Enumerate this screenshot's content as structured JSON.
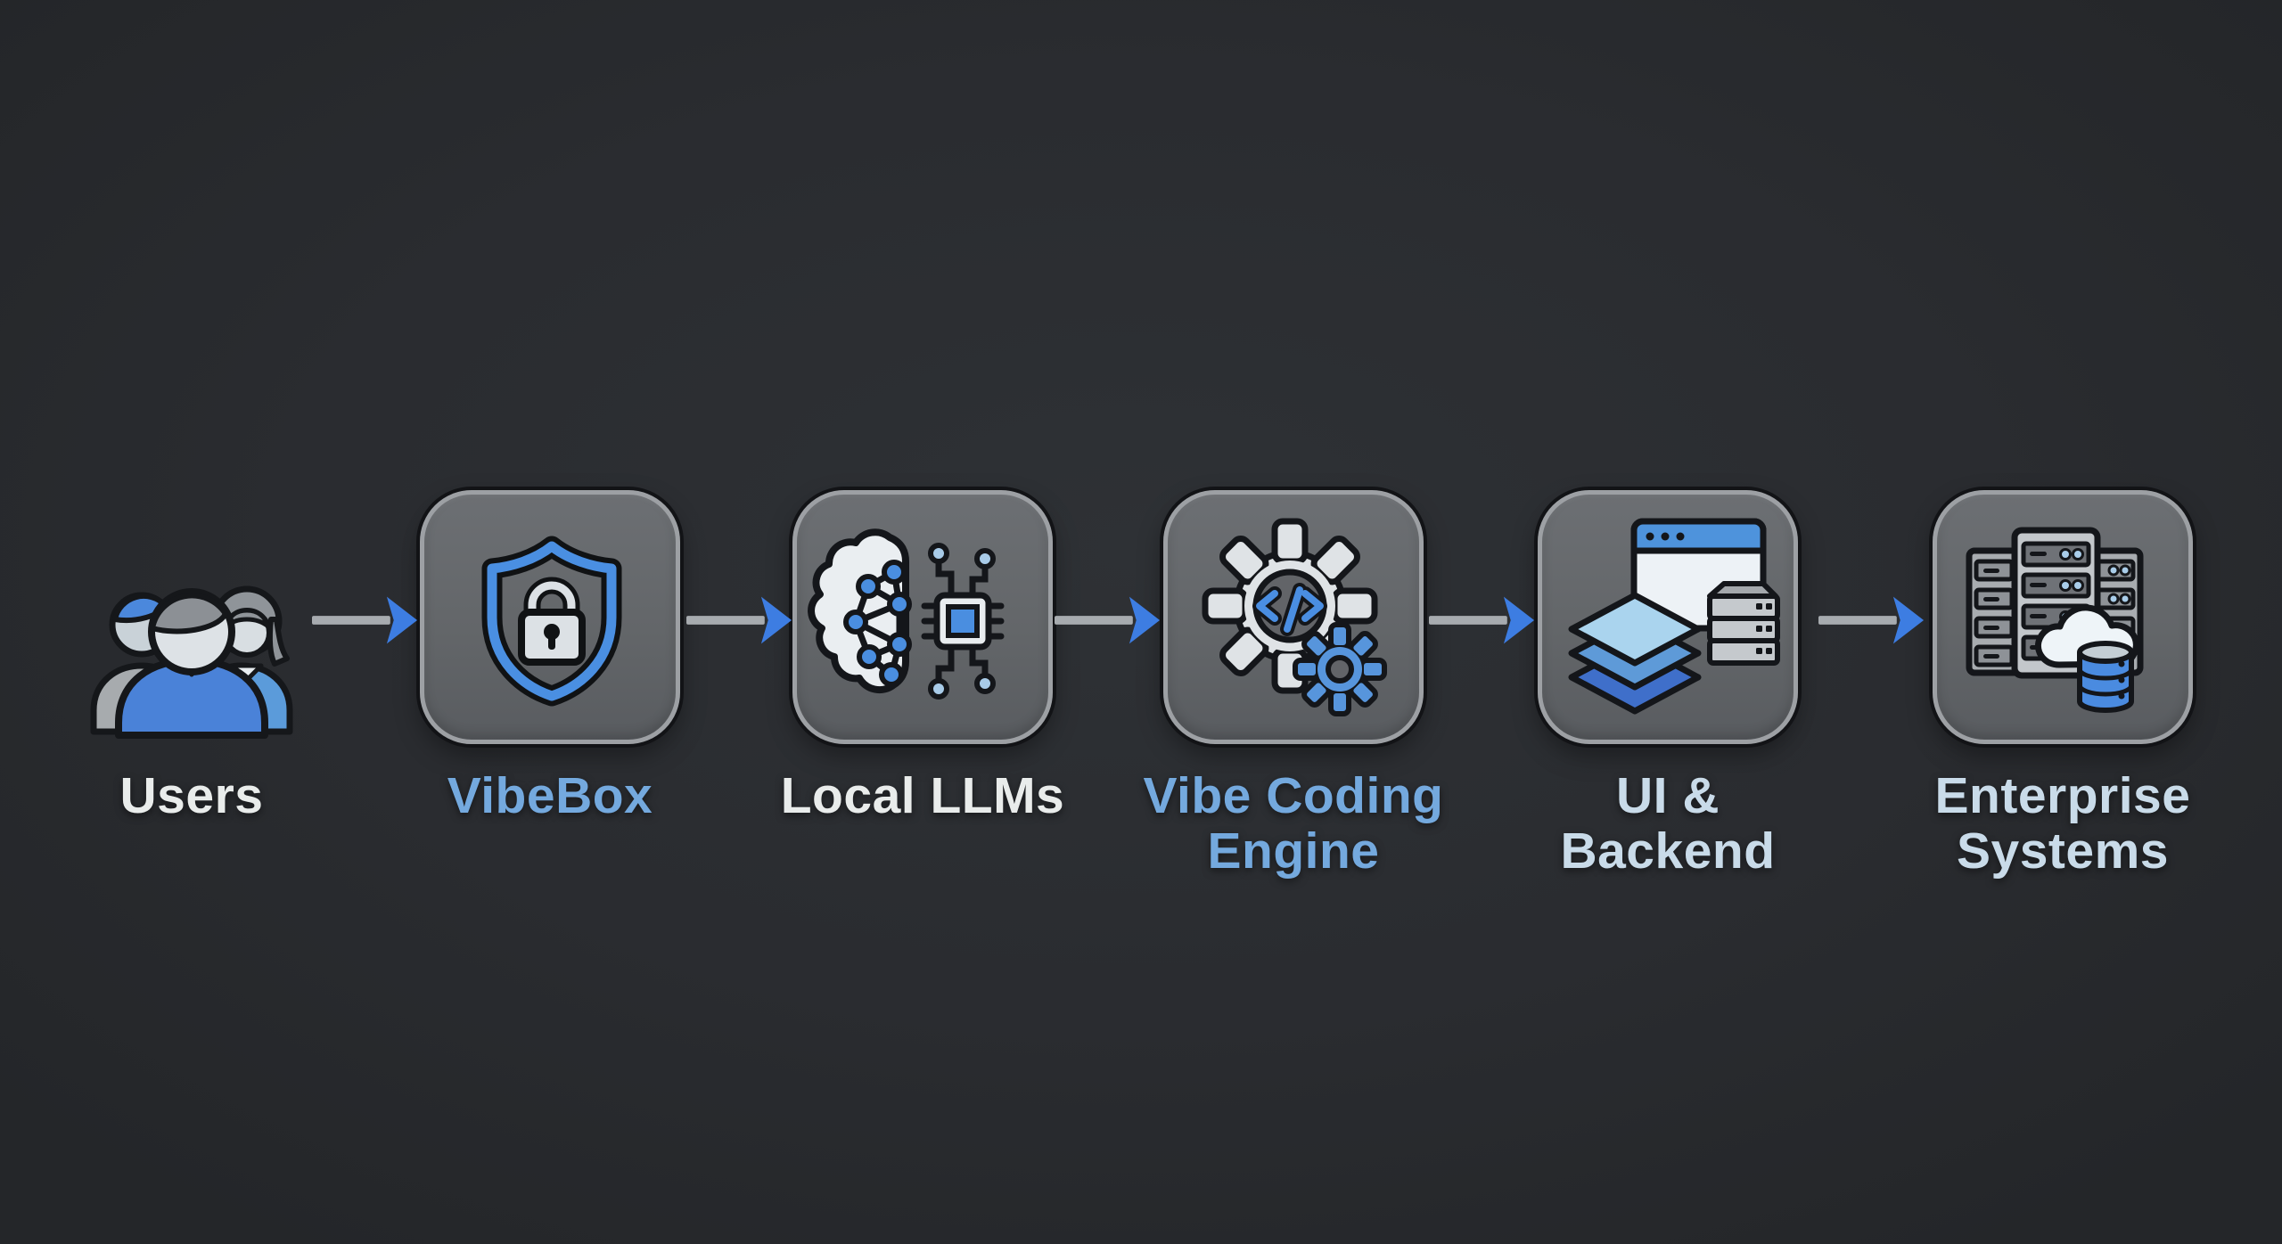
{
  "diagram": {
    "background_color": "#2a2c30",
    "box_style": {
      "fill_top": "#6c6f73",
      "fill_bottom": "#595c60",
      "border_color": "#9da0a4",
      "outline_color": "#121316"
    },
    "arrow": {
      "count": 5,
      "shaft_color": "#a7abaf",
      "head_color": "#3d7de2"
    },
    "accent_blue": "#4a8ee0",
    "nodes": [
      {
        "id": "users",
        "lines": [
          "Users"
        ],
        "label_color": "#e9eceb",
        "icon": "users-group-icon",
        "boxed": false
      },
      {
        "id": "vibebox",
        "lines": [
          "VibeBox"
        ],
        "label_color": "#74a9de",
        "icon": "shield-lock-icon",
        "boxed": true
      },
      {
        "id": "local-llms",
        "lines": [
          "Local LLMs"
        ],
        "label_color": "#e9eceb",
        "icon": "brain-chip-icon",
        "boxed": true
      },
      {
        "id": "vibe-coding-engine",
        "lines": [
          "Vibe Coding",
          "Engine"
        ],
        "label_color": "#74a9de",
        "icon": "gear-code-icon",
        "boxed": true
      },
      {
        "id": "ui-backend",
        "lines": [
          "UI &",
          "Backend"
        ],
        "label_color": "#c9dbe9",
        "icon": "window-layers-server-icon",
        "boxed": true
      },
      {
        "id": "enterprise-systems",
        "lines": [
          "Enterprise",
          "Systems"
        ],
        "label_color": "#c9dbe9",
        "icon": "server-racks-cloud-db-icon",
        "boxed": true
      }
    ]
  }
}
